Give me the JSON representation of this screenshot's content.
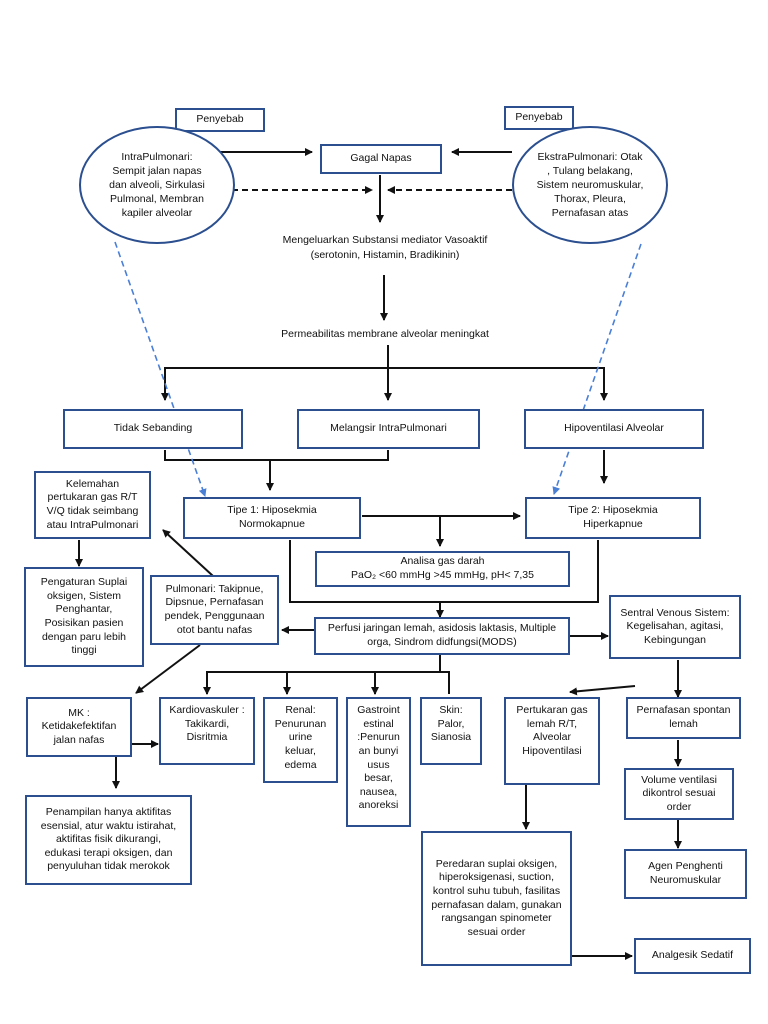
{
  "nodes": {
    "penyebab_left": "Penyebab",
    "penyebab_right": "Penyebab",
    "gagal_napas": "Gagal Napas",
    "intrapulmonari": "IntraPulmonari:\nSempit jalan napas\ndan alveoli, Sirkulasi\nPulmonal, Membran\nkapiler alveolar",
    "ekstrapulmonari": "EkstraPulmonari: Otak\n, Tulang belakang,\nSistem neuromuskular,\nThorax, Pleura,\nPernafasan atas",
    "mediator": "Mengeluarkan Substansi mediator Vasoaktif\n(serotonin, Histamin, Bradikinin)",
    "permeabilitas": "Permeabilitas membrane alveolar meningkat",
    "tidak_sebanding": "Tidak Sebanding",
    "melangsir": "Melangsir IntraPulmonari",
    "hipoventilasi": "Hipoventilasi Alveolar",
    "kelemahan": "Kelemahan\npertukaran gas R/T\nV/Q tidak seimbang\natau IntraPulmonari",
    "tipe1": "Tipe 1: Hiposekmia\nNormokapnue",
    "tipe2": "Tipe 2: Hiposekmia\nHiperkapnue",
    "analisa": "Analisa gas darah\nPaO₂ <60 mmHg >45 mmHg, pH< 7,35",
    "pengaturan": "Pengaturan Suplai\noksigen, Sistem\nPenghantar,\nPosisikan pasien\ndengan paru lebih\ntinggi",
    "pulmonari": "Pulmonari: Takipnue,\nDipsnue, Pernafasan\npendek, Penggunaan\notot bantu nafas",
    "perfusi": "Perfusi jaringan lemah, asidosis laktasis, Multiple\norga, Sindrom didfungsi(MODS)",
    "sentral": "Sentral Venous Sistem:\nKegelisahan, agitasi,\nKebingungan",
    "mk": "MK :\nKetidakefektifan\njalan nafas",
    "kardio": "Kardiovaskuler :\nTakikardi,\nDisritmia",
    "renal": "Renal:\nPenurunan\nurine\nkeluar,\nedema",
    "gastro": "Gastroint\nestinal\n:Penurun\nan bunyi\nusus\nbesar,\nnausea,\nanoreksi",
    "skin": "Skin:\nPalor,\nSianosia",
    "pertukaran": "Pertukaran gas\nlemah R/T,\nAlveolar\nHipoventilasi",
    "pernafasan_spontan": "Pernafasan spontan\nlemah",
    "volume": "Volume ventilasi\ndikontrol sesuai\norder",
    "agen": "Agen Penghenti\nNeuromuskular",
    "penampilan": "Penampilan hanya aktifitas\nesensial, atur waktu istirahat,\naktifitas fisik dikurangi,\nedukasi terapi oksigen, dan\npenyuluhan tidak merokok",
    "peredaran": "Peredaran suplai oksigen,\nhiperoksigenasi, suction,\nkontrol suhu tubuh, fasilitas\npernafasan dalam, gunakan\nrangsangan spinometer\nsesuai order",
    "analgesik": "Analgesik Sedatif"
  },
  "colors": {
    "border": "#2b4f8f",
    "arrow": "#111111",
    "dashed_blue": "#4a7fd6"
  }
}
